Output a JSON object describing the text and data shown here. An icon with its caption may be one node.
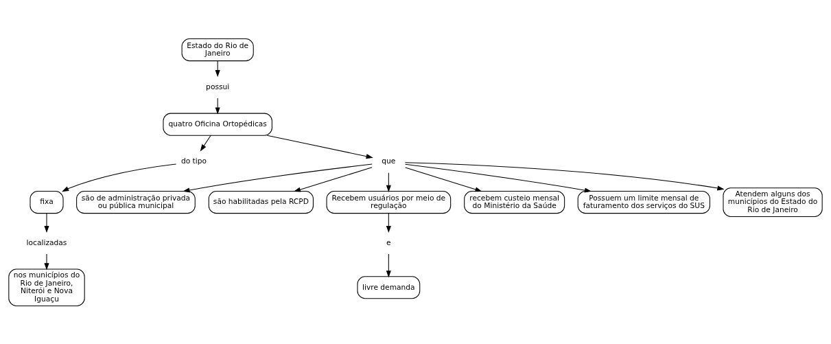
{
  "diagram": {
    "nodes": [
      {
        "text": [
          "Estado do Rio de Janeiro"
        ]
      },
      {
        "text": [
          "possui"
        ]
      },
      {
        "text": [
          "quatro Oficina Ortopédicas"
        ]
      },
      {
        "text": [
          "do tipo"
        ]
      },
      {
        "text": [
          "fixa"
        ]
      },
      {
        "text": [
          "localizadas"
        ]
      },
      {
        "text": [
          "nos municípios do Rio de Janeiro, Niterói e Nova Iguaçu"
        ]
      },
      {
        "text": [
          "que"
        ]
      },
      {
        "text": [
          "são de administração privada ou pública municipal"
        ]
      },
      {
        "text": [
          "são habilitadas pela RCPD"
        ]
      },
      {
        "text": [
          "Recebem usuários por meio de regulação"
        ]
      },
      {
        "text": [
          "recebem custeio mensal do Ministério da Saúde"
        ]
      },
      {
        "text": [
          "Possuem um limite mensal de faturamento dos serviços do SUS"
        ]
      },
      {
        "text": [
          "Atendem alguns dos municípios do Estado do Rio de Janeiro"
        ]
      },
      {
        "text": [
          "e"
        ]
      },
      {
        "text": [
          "livre demanda"
        ]
      }
    ],
    "edges": [
      {
        "from": 0,
        "to": 1,
        "arrow": "to"
      },
      {
        "from": 1,
        "to": 2,
        "arrow": "to"
      },
      {
        "from": 2,
        "to": 3,
        "arrow": "to"
      },
      {
        "from": 3,
        "to": 4,
        "arrow": "to"
      },
      {
        "from": 4,
        "to": 5,
        "arrow": "to"
      },
      {
        "from": 5,
        "to": 6,
        "arrow": "to"
      },
      {
        "from": 2,
        "to": 7,
        "arrow": "to"
      },
      {
        "from": 7,
        "to": 8,
        "arrow": "to"
      },
      {
        "from": 7,
        "to": 9,
        "arrow": "to"
      },
      {
        "from": 7,
        "to": 10,
        "arrow": "to"
      },
      {
        "from": 7,
        "to": 11,
        "arrow": "to"
      },
      {
        "from": 7,
        "to": 12,
        "arrow": "to"
      },
      {
        "from": 7,
        "to": 13,
        "arrow": "to"
      },
      {
        "from": 10,
        "to": 14,
        "arrow": "to"
      },
      {
        "from": 14,
        "to": 15,
        "arrow": "to"
      }
    ]
  }
}
